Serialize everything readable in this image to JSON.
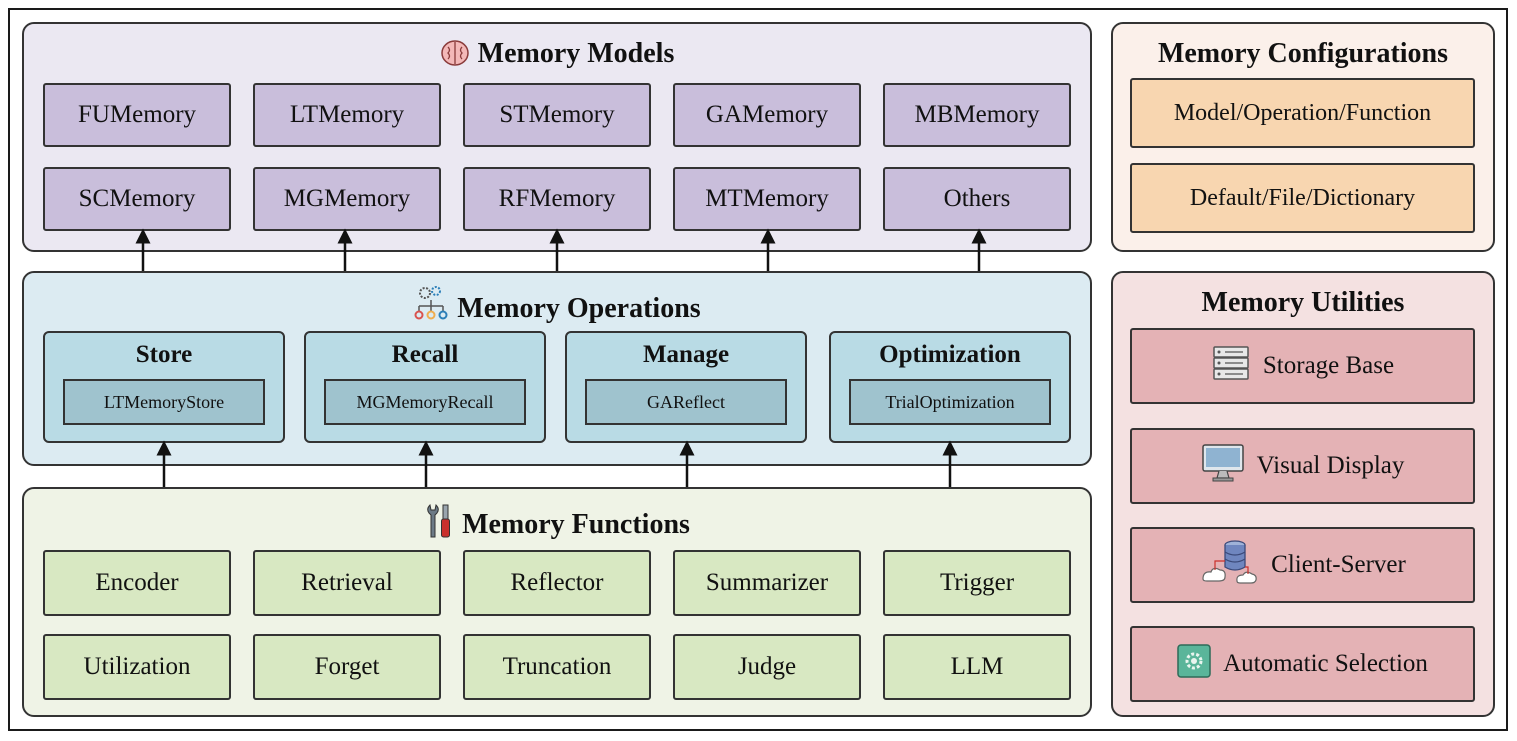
{
  "models": {
    "title": "Memory Models",
    "icon": "brain-icon",
    "items": [
      "FUMemory",
      "LTMemory",
      "STMemory",
      "GAMemory",
      "MBMemory",
      "SCMemory",
      "MGMemory",
      "RFMemory",
      "MTMemory",
      "Others"
    ]
  },
  "operations": {
    "title": "Memory Operations",
    "icon": "gears-network-icon",
    "items": [
      {
        "name": "Store",
        "example": "LTMemoryStore"
      },
      {
        "name": "Recall",
        "example": "MGMemoryRecall"
      },
      {
        "name": "Manage",
        "example": "GAReflect"
      },
      {
        "name": "Optimization",
        "example": "TrialOptimization"
      }
    ]
  },
  "functions": {
    "title": "Memory Functions",
    "icon": "tools-icon",
    "items": [
      "Encoder",
      "Retrieval",
      "Reflector",
      "Summarizer",
      "Trigger",
      "Utilization",
      "Forget",
      "Truncation",
      "Judge",
      "LLM"
    ]
  },
  "configurations": {
    "title": "Memory Configurations",
    "items": [
      "Model/Operation/Function",
      "Default/File/Dictionary"
    ]
  },
  "utilities": {
    "title": "Memory Utilities",
    "items": [
      {
        "label": "Storage Base",
        "icon": "server-icon"
      },
      {
        "label": "Visual Display",
        "icon": "monitor-icon"
      },
      {
        "label": "Client-Server",
        "icon": "database-cloud-icon"
      },
      {
        "label": "Automatic Selection",
        "icon": "auto-gear-icon"
      }
    ]
  },
  "colors": {
    "models_panel": "#ebe8f2",
    "models_box": "#c9bedb",
    "operations_panel": "#dcebf2",
    "operations_box": "#b9dbe5",
    "functions_panel": "#eff3e6",
    "functions_box": "#d8e8c2",
    "configurations_panel": "#fbf0ea",
    "configurations_box": "#f8d6b0",
    "utilities_panel": "#f4e1e1",
    "utilities_box": "#e4b2b5"
  }
}
